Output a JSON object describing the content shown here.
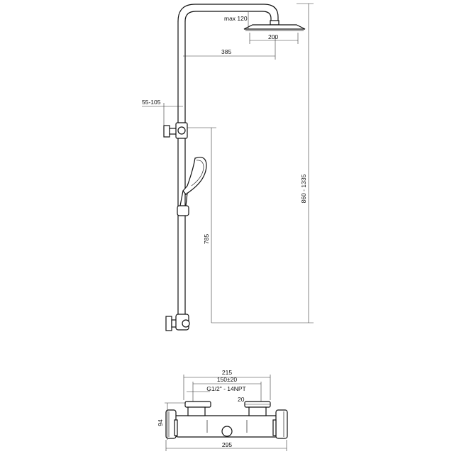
{
  "dimensions": {
    "showerhead_drop": "max 120",
    "showerhead_diameter": "200",
    "arm_reach": "385",
    "wall_distance": "55-105",
    "total_height": "860 - 1335",
    "holder_height": "785",
    "mixer_width_top": "215",
    "mixer_connection_spacing": "150±20",
    "mixer_thread": "G1/2\" - 14NPT",
    "mixer_adjust": "20",
    "mixer_height": "94",
    "mixer_width_total": "295"
  },
  "colors": {
    "line": "#111111",
    "background": "#ffffff"
  }
}
